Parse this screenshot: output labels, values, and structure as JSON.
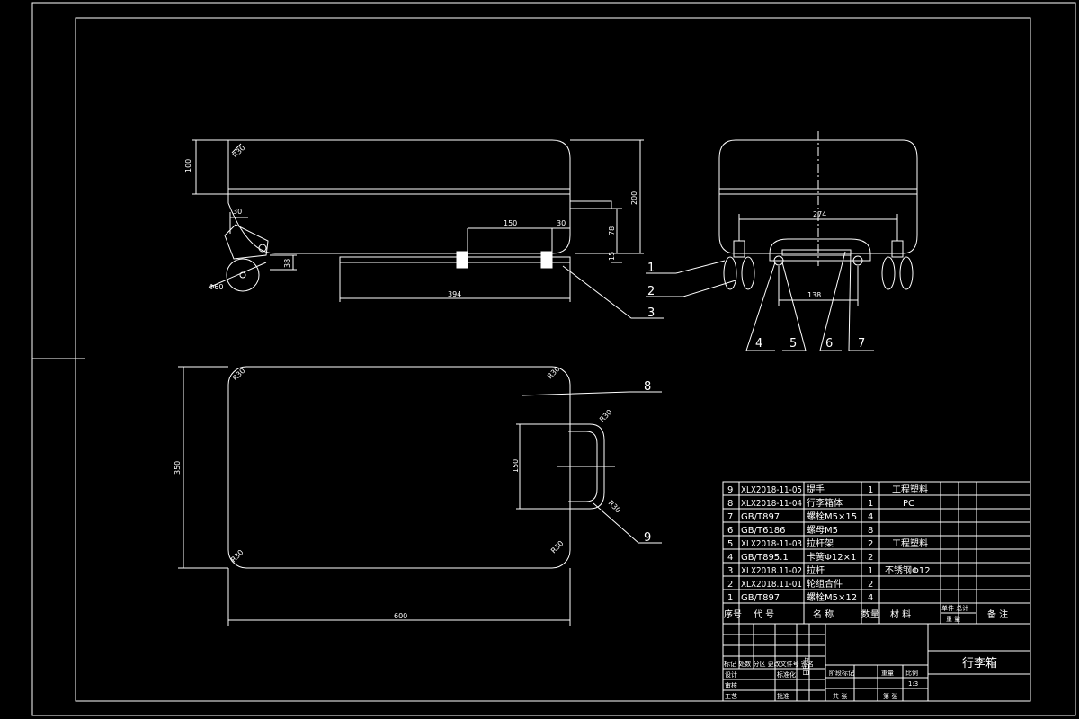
{
  "colors": {
    "background": "#000000",
    "lines": "#ffffff"
  },
  "drawing": {
    "title": "行李箱",
    "scale": "1:3",
    "side_view_dims": {
      "radius_top": "R30",
      "height_top": "100",
      "height_total": "200",
      "wheel_offset": "30",
      "handle_len": "150",
      "handle_gap": "30",
      "step_78": "78",
      "step_15": "15",
      "wheel_height": "38",
      "wheel_dia": "Φ60",
      "rod_len": "394"
    },
    "front_view_dims": {
      "width_274": "274",
      "width_138": "138"
    },
    "top_view_dims": {
      "r_tl": "R30",
      "r_tr": "R30",
      "r_bl": "R30",
      "r_br": "R30",
      "height": "350",
      "width": "600",
      "handle_r_top": "R30",
      "handle_r_bot": "R30",
      "handle_h": "150"
    },
    "balloons": [
      "1",
      "2",
      "3",
      "4",
      "5",
      "6",
      "7",
      "8",
      "9"
    ]
  },
  "bom": {
    "rows": [
      {
        "no": "9",
        "code": "XLX2018-11-05",
        "name": "提手",
        "qty": "1",
        "material": "工程塑料"
      },
      {
        "no": "8",
        "code": "XLX2018-11-04",
        "name": "行李箱体",
        "qty": "1",
        "material": "PC"
      },
      {
        "no": "7",
        "code": "GB/T897",
        "name": "螺栓M5×15",
        "qty": "4",
        "material": ""
      },
      {
        "no": "6",
        "code": "GB/T6186",
        "name": "螺母M5",
        "qty": "8",
        "material": ""
      },
      {
        "no": "5",
        "code": "XLX2018-11-03",
        "name": "拉杆架",
        "qty": "2",
        "material": "工程塑料"
      },
      {
        "no": "4",
        "code": "GB/T895.1",
        "name": "卡簧Φ12×1",
        "qty": "2",
        "material": ""
      },
      {
        "no": "3",
        "code": "XLX2018.11-02",
        "name": "拉杆",
        "qty": "1",
        "material": "不锈钢Φ12"
      },
      {
        "no": "2",
        "code": "XLX2018.11-01",
        "name": "轮组合件",
        "qty": "2",
        "material": ""
      },
      {
        "no": "1",
        "code": "GB/T897",
        "name": "螺栓M5×12",
        "qty": "4",
        "material": ""
      }
    ],
    "header": {
      "no": "序号",
      "code": "代 号",
      "name": "名 称",
      "qty": "数量",
      "material": "材 料",
      "unit_total_top": "单件 总计",
      "unit_total_bottom": "重 量",
      "remark": "备 注"
    }
  },
  "title_block": {
    "row_labels": "标记 处数 分区 更改文件号 签名",
    "row_labels_year": "年月日",
    "design": "设计",
    "std": "标准化",
    "check": "审核",
    "process": "工艺",
    "approve": "批准",
    "date": "日期",
    "stage_mark": "阶段标记",
    "weight": "重量",
    "ratio": "比例",
    "total_sheets": "共 张",
    "sheet_no": "第 张"
  }
}
